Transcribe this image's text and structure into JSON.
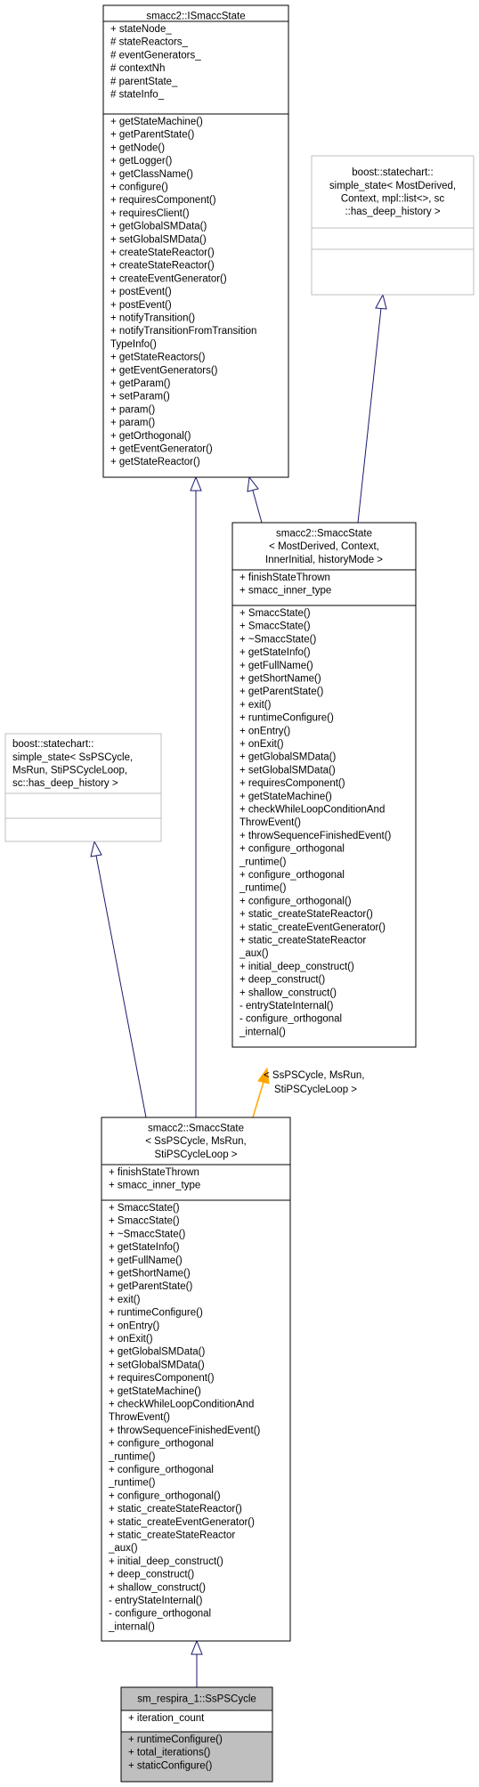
{
  "colors": {
    "box_border": "#000000",
    "gray_border": "#bfbfbf",
    "highlight_fill": "#bfbfbf",
    "inherit_arrow": "#191970",
    "template_arrow": "#ffa500",
    "background": "#ffffff"
  },
  "edge_labels": {
    "template_instantiation": [
      "< SsPSCycle, MsRun,",
      "StiPSCycleLoop >"
    ]
  },
  "classes": {
    "ismacc_state": {
      "title": [
        "smacc2::ISmaccState"
      ],
      "attributes": [
        "+ stateNode_",
        "# stateReactors_",
        "# eventGenerators_",
        "# contextNh",
        "# parentState_",
        "# stateInfo_"
      ],
      "methods": [
        "+ getStateMachine()",
        "+ getParentState()",
        "+ getNode()",
        "+ getLogger()",
        "+ getClassName()",
        "+ configure()",
        "+ requiresComponent()",
        "+ requiresClient()",
        "+ getGlobalSMData()",
        "+ setGlobalSMData()",
        "+ createStateReactor()",
        "+ createStateReactor()",
        "+ createEventGenerator()",
        "+ postEvent()",
        "+ postEvent()",
        "+ notifyTransition()",
        "+ notifyTransitionFromTransition",
        "TypeInfo()",
        "+ getStateReactors()",
        "+ getEventGenerators()",
        "+ getParam()",
        "+ setParam()",
        "+ param()",
        "+ param()",
        "+ getOrthogonal()",
        "+ getEventGenerator()",
        "+ getStateReactor()"
      ]
    },
    "boost_state_template": {
      "title": [
        "boost::statechart::",
        "simple_state< MostDerived,",
        "Context, mpl::list<>, sc",
        "::has_deep_history >"
      ],
      "attributes": [],
      "methods": []
    },
    "smacc_state_template": {
      "title": [
        "smacc2::SmaccState",
        "< MostDerived, Context,",
        "InnerInitial, historyMode >"
      ],
      "attributes": [
        "+ finishStateThrown",
        "+ smacc_inner_type"
      ],
      "methods": [
        "+ SmaccState()",
        "+ SmaccState()",
        "+ ~SmaccState()",
        "+ getStateInfo()",
        "+ getFullName()",
        "+ getShortName()",
        "+ getParentState()",
        "+ exit()",
        "+ runtimeConfigure()",
        "+ onEntry()",
        "+ onExit()",
        "+ getGlobalSMData()",
        "+ setGlobalSMData()",
        "+ requiresComponent()",
        "+ getStateMachine()",
        "+ checkWhileLoopConditionAnd",
        "ThrowEvent()",
        "+ throwSequenceFinishedEvent()",
        "+ configure_orthogonal",
        "_runtime()",
        "+ configure_orthogonal",
        "_runtime()",
        "+ configure_orthogonal()",
        "+ static_createStateReactor()",
        "+ static_createEventGenerator()",
        "+ static_createStateReactor",
        "_aux()",
        "+ initial_deep_construct()",
        "+ deep_construct()",
        "+ shallow_construct()",
        "- entryStateInternal()",
        "- configure_orthogonal",
        "_internal()"
      ]
    },
    "boost_state_pscycle": {
      "title": [
        "boost::statechart::",
        "simple_state< SsPSCycle,",
        "MsRun, StiPSCycleLoop,",
        "sc::has_deep_history >"
      ],
      "attributes": [],
      "methods": []
    },
    "smacc_state_pscycle": {
      "title": [
        "smacc2::SmaccState",
        "< SsPSCycle, MsRun,",
        "StiPSCycleLoop >"
      ],
      "attributes": [
        "+ finishStateThrown",
        "+ smacc_inner_type"
      ],
      "methods": [
        "+ SmaccState()",
        "+ SmaccState()",
        "+ ~SmaccState()",
        "+ getStateInfo()",
        "+ getFullName()",
        "+ getShortName()",
        "+ getParentState()",
        "+ exit()",
        "+ runtimeConfigure()",
        "+ onEntry()",
        "+ onExit()",
        "+ getGlobalSMData()",
        "+ setGlobalSMData()",
        "+ requiresComponent()",
        "+ getStateMachine()",
        "+ checkWhileLoopConditionAnd",
        "ThrowEvent()",
        "+ throwSequenceFinishedEvent()",
        "+ configure_orthogonal",
        "_runtime()",
        "+ configure_orthogonal",
        "_runtime()",
        "+ configure_orthogonal()",
        "+ static_createStateReactor()",
        "+ static_createEventGenerator()",
        "+ static_createStateReactor",
        "_aux()",
        "+ initial_deep_construct()",
        "+ deep_construct()",
        "+ shallow_construct()",
        "- entryStateInternal()",
        "- configure_orthogonal",
        "_internal()"
      ]
    },
    "ss_pscycle": {
      "title": [
        "sm_respira_1::SsPSCycle"
      ],
      "attributes": [
        "+ iteration_count"
      ],
      "methods": [
        "+ runtimeConfigure()",
        "+ total_iterations()",
        "+ staticConfigure()"
      ]
    }
  }
}
